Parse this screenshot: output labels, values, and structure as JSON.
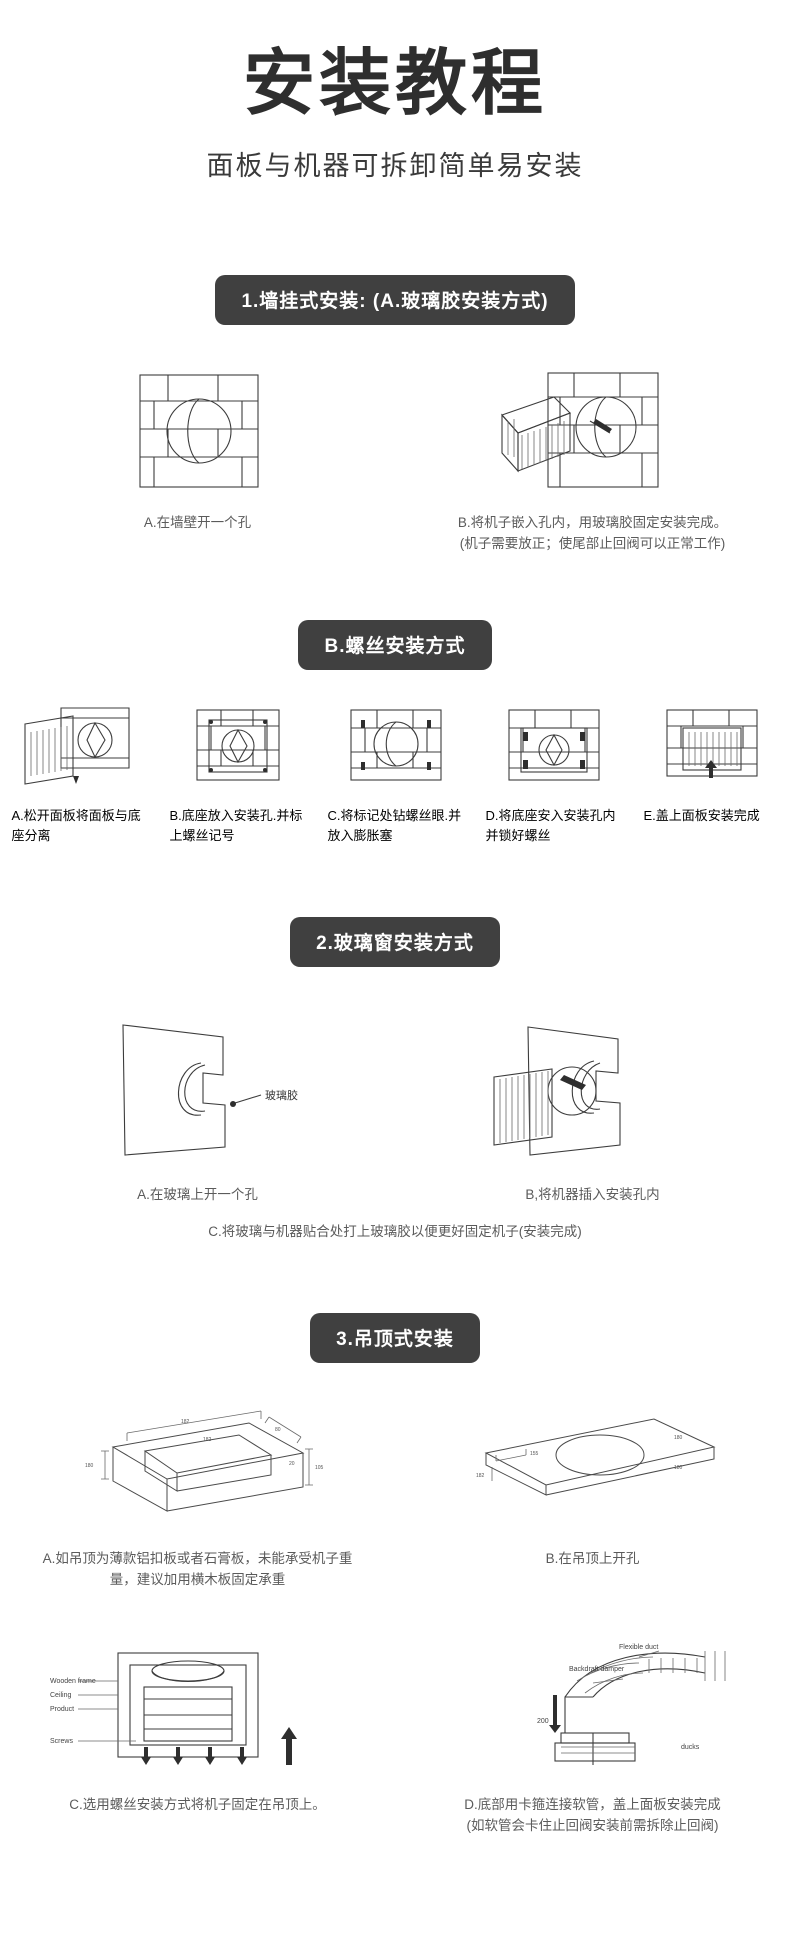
{
  "header": {
    "title": "安装教程",
    "subtitle": "面板与机器可拆卸简单易安装"
  },
  "sections": [
    {
      "id": "wall-mount",
      "heading": "1.墙挂式安装: (A.玻璃胶安装方式)",
      "captions": [
        "A.在墙壁开一个孔",
        "B.将机子嵌入孔内，用玻璃胶固定安装完成。",
        "(机子需要放正；使尾部止回阀可以正常工作)"
      ]
    },
    {
      "id": "screw-mount",
      "heading": "B.螺丝安装方式",
      "captions": [
        "A.松开面板将面板与底座分离",
        "B.底座放入安装孔.并标上螺丝记号",
        "C.将标记处钻螺丝眼.并放入膨胀塞",
        "D.将底座安入安装孔内并锁好螺丝",
        "E.盖上面板安装完成"
      ]
    },
    {
      "id": "glass-window",
      "heading": "2.玻璃窗安装方式",
      "label_glue": "玻璃胶",
      "captions": [
        "A.在玻璃上开一个孔",
        "B,将机器插入安装孔内"
      ],
      "note": "C.将玻璃与机器贴合处打上玻璃胶以便更好固定机子(安装完成)"
    },
    {
      "id": "ceiling-mount",
      "heading": "3.吊顶式安装",
      "captions_row1": [
        "A.如吊顶为薄款铝扣板或者石膏板，未能承受机子重量，建议加用横木板固定承重",
        "B.在吊顶上开孔"
      ],
      "captions_row2": [
        "C.选用螺丝安装方式将机子固定在吊顶上。",
        "D.底部用卡箍连接软管，盖上面板安装完成",
        "(如软管会卡住止回阀安装前需拆除止回阀)"
      ],
      "diagram_labels": {
        "flexible_duct": "Flexible duct",
        "backdraft_damper": "Backdraft damper",
        "dimension_200": "200",
        "wooden_frame": "Wooden frame",
        "ceiling": "Ceiling",
        "product": "Product",
        "screws": "Screws",
        "brand": "ducks"
      }
    }
  ],
  "colors": {
    "pill_bg": "#404040",
    "pill_text": "#ffffff",
    "title": "#2e2e2e",
    "caption": "#5b5b5b",
    "line_art": "#3c3c3c",
    "page_bg": "#ffffff"
  }
}
